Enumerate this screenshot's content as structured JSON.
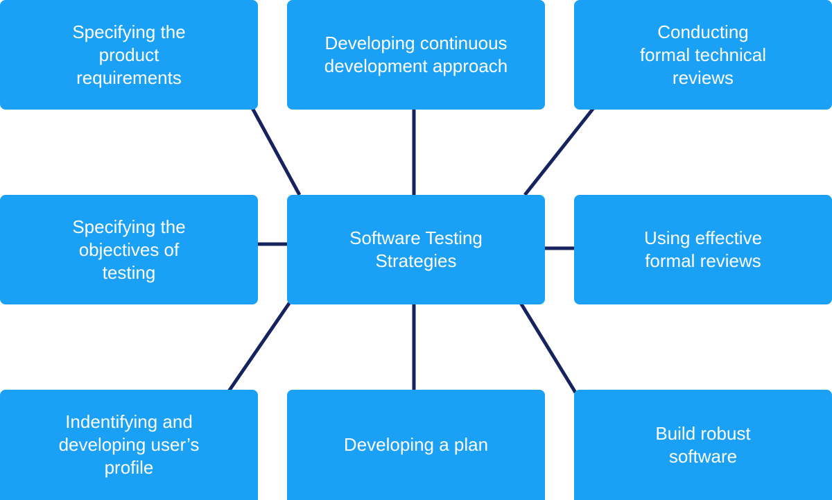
{
  "diagram": {
    "center": {
      "label": "Software Testing\nStrategies"
    },
    "nodes": [
      {
        "id": "top-left",
        "label": "Specifying the\nproduct\nrequirements"
      },
      {
        "id": "top-center",
        "label": "Developing  continuous\ndevelopment  approach"
      },
      {
        "id": "top-right",
        "label": "Conducting\nformal technical\nreviews"
      },
      {
        "id": "middle-left",
        "label": "Specifying the\nobjectives of\ntesting"
      },
      {
        "id": "middle-right",
        "label": "Using effective\nformal reviews"
      },
      {
        "id": "bottom-left",
        "label": "Indentifying and\ndeveloping user’s\nprofile"
      },
      {
        "id": "bottom-center",
        "label": "Developing a plan"
      },
      {
        "id": "bottom-right",
        "label": "Build robust\nsoftware"
      }
    ]
  },
  "colors": {
    "box_fill": "#1aa0f4",
    "box_text": "#ffffff",
    "connector": "#16235f",
    "background": "#ffffff"
  }
}
